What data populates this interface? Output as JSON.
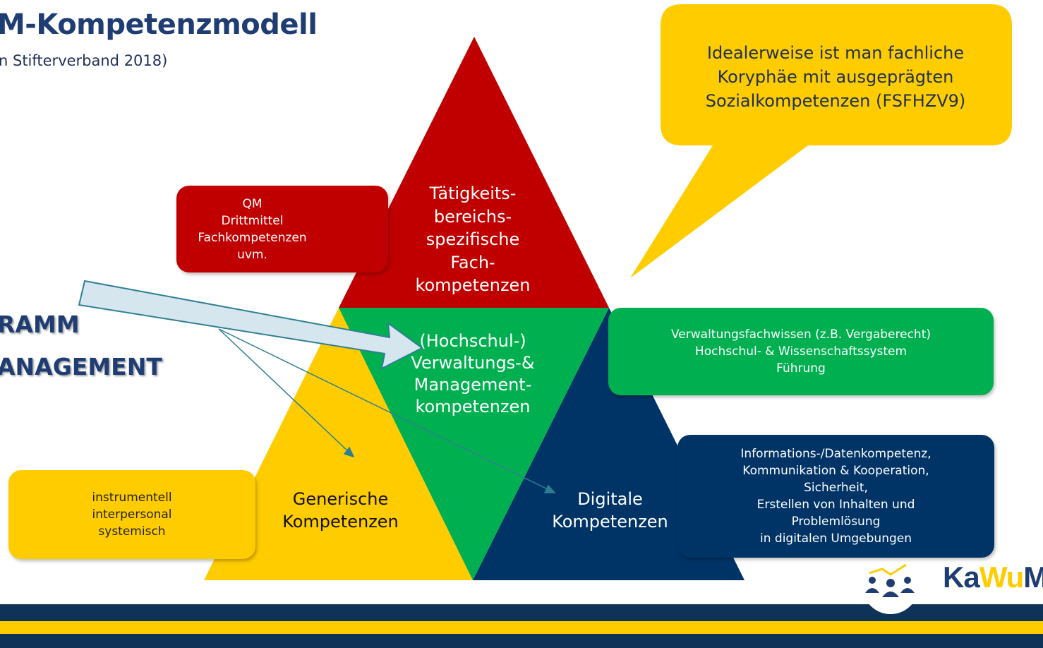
{
  "header": {
    "title": "M-Kompetenzmodell",
    "subtitle": "n Stifterverband 2018)"
  },
  "program": {
    "line1": "RAMM",
    "line2": "ANAGEMENT"
  },
  "callout": {
    "lines": [
      "Idealerweise ist man fachliche",
      "Koryphäe mit ausgeprägten",
      "Sozialkompetenzen (FSFHZV9)"
    ]
  },
  "triangles": {
    "top": {
      "lines": [
        "Tätigkeits-",
        "bereichs-",
        "spezifische",
        "Fach-",
        "kompetenzen"
      ]
    },
    "center": {
      "lines": [
        "(Hochschul-)",
        "Verwaltungs-&",
        "Management-",
        "kompetenzen"
      ]
    },
    "left": {
      "lines": [
        "Generische",
        "Kompetenzen"
      ]
    },
    "right": {
      "lines": [
        "Digitale",
        "Kompetenzen"
      ]
    }
  },
  "boxes": {
    "red": {
      "lines": [
        "QM",
        "Drittmittel",
        "Fachkompetenzen",
        "uvm."
      ]
    },
    "green": {
      "lines": [
        "Verwaltungsfachwissen (z.B. Vergaberecht)",
        "Hochschul- & Wissenschaftssystem",
        "Führung"
      ]
    },
    "navy": {
      "lines": [
        "Informations-/Datenkompetenz,",
        "Kommunikation & Kooperation,",
        "Sicherheit,",
        "Erstellen von Inhalten und",
        "Problemlösung",
        "in digitalen Umgebungen"
      ]
    },
    "yellow": {
      "lines": [
        "instrumentell",
        "interpersonal",
        "systemisch"
      ]
    }
  },
  "logo": {
    "part1": "Ka",
    "part2": "Wu",
    "part3": "M"
  },
  "colors": {
    "red": "#c00000",
    "green": "#00b050",
    "navy": "#003366",
    "yellow": "#ffcc00",
    "title_blue": "#1f3d73",
    "footer_navy": "#0f3259",
    "arrow_teal": "#2f7f92"
  }
}
